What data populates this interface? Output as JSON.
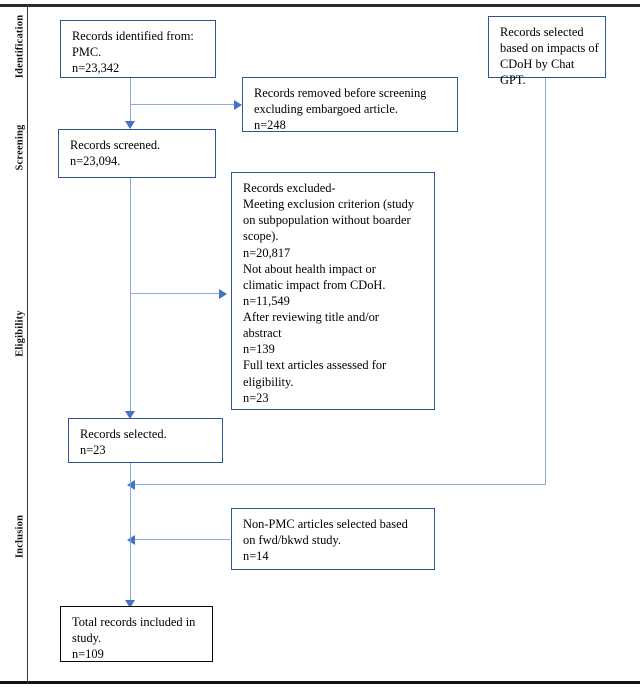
{
  "figure": {
    "type": "prisma-flow-diagram",
    "colors": {
      "box_border": "#2F5496",
      "final_box_border": "#0C0C0C",
      "connector": "#8EA9DB",
      "arrowhead": "#4472C4",
      "frame_rule": "#2B2B2B",
      "background": "#FFFFFF"
    }
  },
  "stages": [
    {
      "id": "identification",
      "label": "Identification"
    },
    {
      "id": "screening",
      "label": "Screening"
    },
    {
      "id": "eligibility",
      "label": "Eligibility"
    },
    {
      "id": "inclusion",
      "label": "Inclusion"
    }
  ],
  "boxes": {
    "identified": {
      "lines": [
        "Records identified from:",
        "PMC.",
        "n=23,342"
      ]
    },
    "removed": {
      "lines": [
        "Records removed before screening",
        "excluding embargoed article.",
        "n=248"
      ]
    },
    "chatgpt": {
      "lines": [
        "Records selected",
        "based on impacts of",
        "CDoH by Chat",
        "GPT."
      ]
    },
    "screened": {
      "lines": [
        "Records screened.",
        "n=23,094."
      ]
    },
    "excluded": {
      "lines": [
        "Records excluded-",
        "Meeting exclusion criterion (study",
        "on subpopulation without boarder",
        "scope).",
        "n=20,817",
        "Not about health impact or",
        "climatic impact from CDoH.",
        "n=11,549",
        "After reviewing title and/or",
        "abstract",
        "n=139",
        "Full text articles assessed for",
        "eligibility.",
        "n=23"
      ]
    },
    "selected": {
      "lines": [
        "Records selected.",
        "n=23"
      ]
    },
    "nonpmc": {
      "lines": [
        "Non-PMC articles selected based",
        "on fwd/bkwd study.",
        "n=14"
      ]
    },
    "total": {
      "lines": [
        "Total records included in",
        "study.",
        "n=109"
      ]
    }
  },
  "counts": {
    "identified_pmc": "23,342",
    "removed_before_screening": "248",
    "screened": "23,094",
    "excluded_subpopulation": "20,817",
    "excluded_not_health_climatic": "11,549",
    "excluded_title_abstract": "139",
    "full_text_assessed": "23",
    "records_selected": "23",
    "non_pmc_added": "14",
    "total_included": "109"
  }
}
